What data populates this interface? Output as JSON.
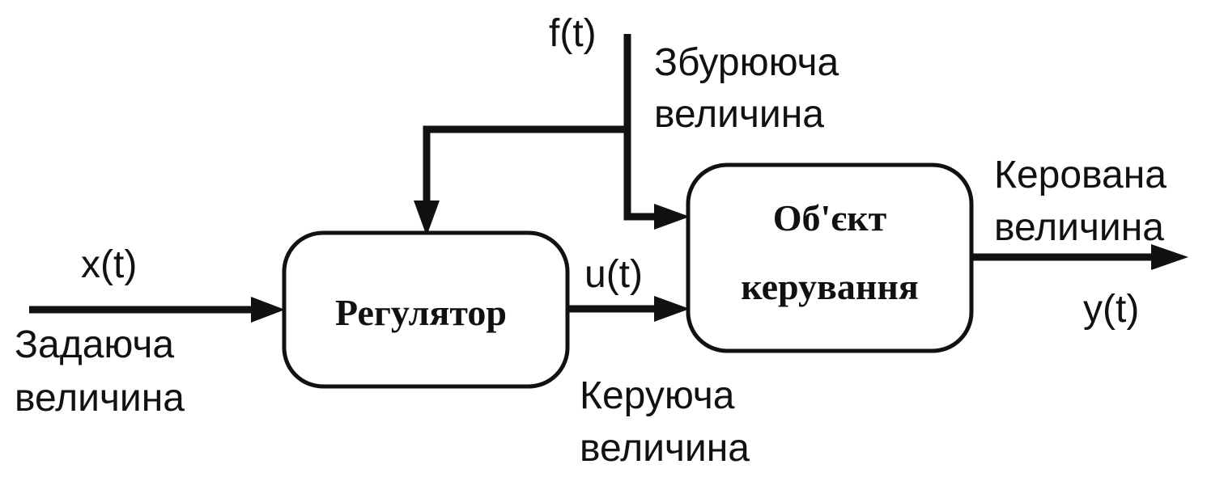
{
  "blocks": {
    "regulator": "Регулятор",
    "object_line1": "Об'єкт",
    "object_line2": "керування"
  },
  "signals": {
    "input": {
      "symbol": "x(t)",
      "name_line1": "Задаюча",
      "name_line2": "величина"
    },
    "control": {
      "symbol": "u(t)",
      "name_line1": "Керуюча",
      "name_line2": "величина"
    },
    "disturbance": {
      "symbol": "f(t)",
      "name_line1": "Збурююча",
      "name_line2": "величина"
    },
    "output": {
      "symbol": "y(t)",
      "name_line1": "Керована",
      "name_line2": "величина"
    }
  }
}
